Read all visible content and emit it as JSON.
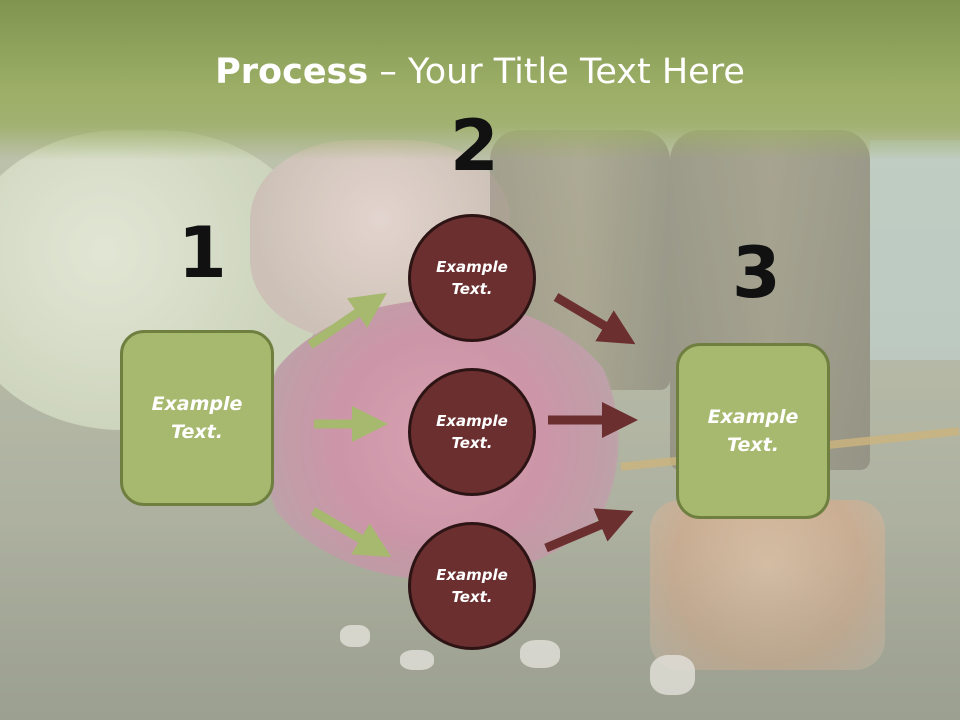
{
  "title": {
    "bold": "Process",
    "rest": " – Your Title Text Here"
  },
  "steps": [
    {
      "number": "1"
    },
    {
      "number": "2"
    },
    {
      "number": "3"
    }
  ],
  "boxes": [
    {
      "text": "Example\nText."
    },
    {
      "text": "Example\nText."
    }
  ],
  "circles": [
    {
      "text": "Example\nText."
    },
    {
      "text": "Example\nText."
    },
    {
      "text": "Example\nText."
    }
  ],
  "colors": {
    "header_green": "#9cae66",
    "box_fill": "#a7b86f",
    "circle_fill": "#6b2f30",
    "arrow_green": "#a7b86f",
    "arrow_maroon": "#6b2f30"
  }
}
